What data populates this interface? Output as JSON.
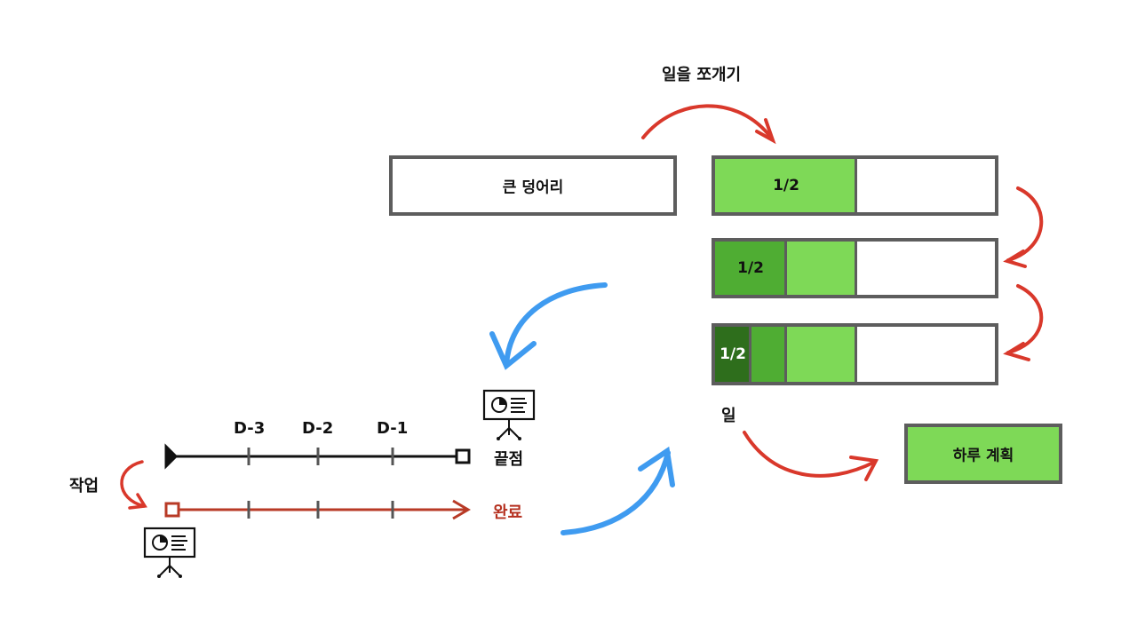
{
  "labels": {
    "split_work": "일을 쪼개기",
    "big_chunk": "큰 덩어리",
    "half_1": "1/2",
    "half_2": "1/2",
    "half_3": "1/2",
    "task": "일",
    "daily_plan": "하루 계획",
    "d3": "D-3",
    "d2": "D-2",
    "d1": "D-1",
    "end_point": "끝점",
    "work": "작업",
    "done": "완료"
  },
  "icons": {
    "presentation_top": "presentation-board-icon",
    "presentation_bottom": "presentation-board-icon"
  },
  "colors": {
    "light_green": "#7ed957",
    "mid_green": "#4fad33",
    "dark_green": "#2e6e1c",
    "border_gray": "#5d5d5d",
    "red_arrow": "#d9382b",
    "blue_arrow": "#3f9bf0",
    "timeline_red": "#b83a26",
    "done_text": "#b5301f",
    "timeline_black": "#111111"
  },
  "split_bars": [
    {
      "fills": [
        0.5
      ]
    },
    {
      "fills": [
        0.25,
        0.25
      ]
    },
    {
      "fills": [
        0.125,
        0.125,
        0.25
      ]
    }
  ]
}
